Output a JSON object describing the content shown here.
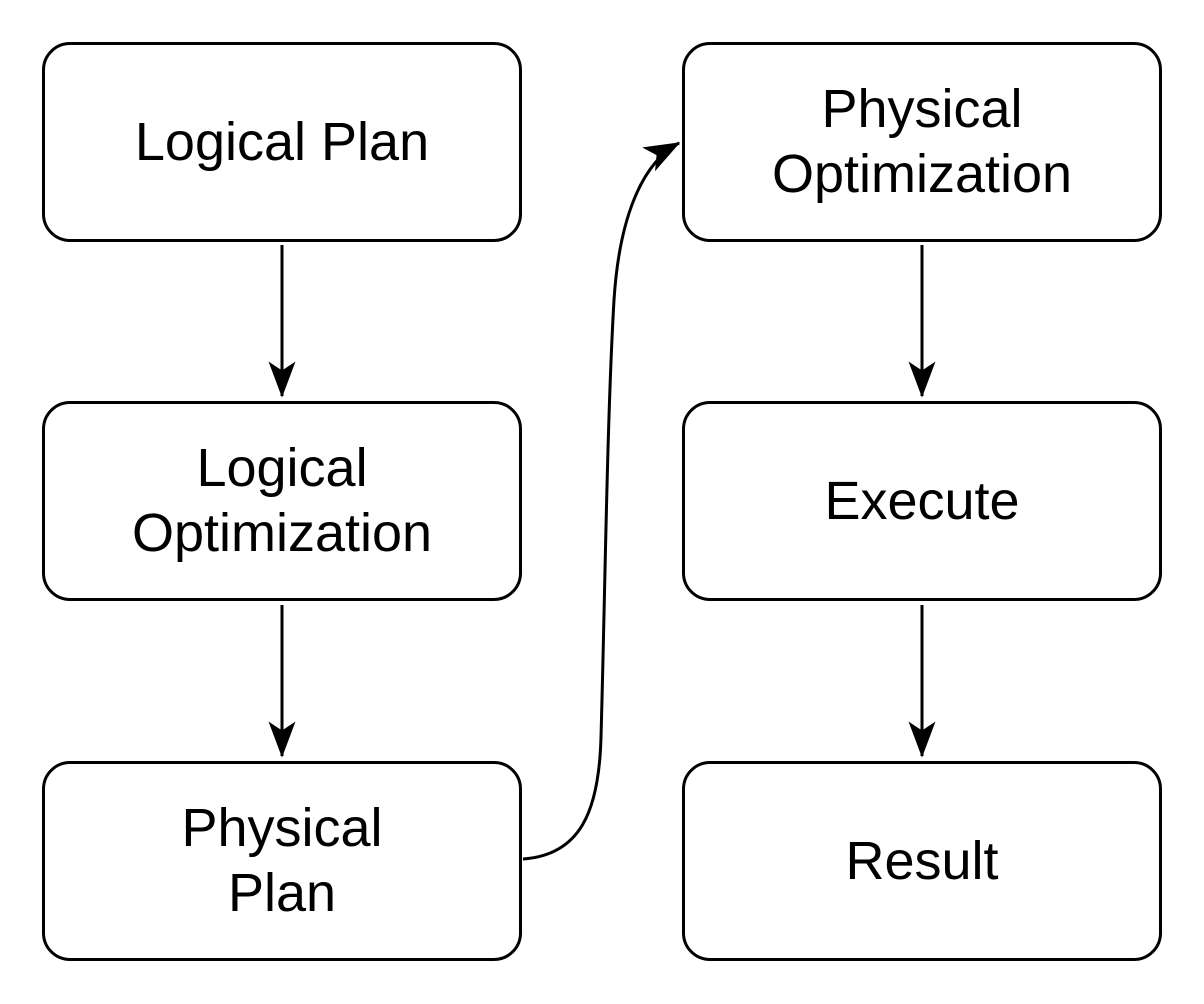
{
  "diagram": {
    "background_color": "#ffffff",
    "stroke_color": "#000000",
    "text_color": "#000000",
    "nodes": [
      {
        "id": "logical-plan",
        "label": "Logical Plan"
      },
      {
        "id": "logical-optimization",
        "label": "Logical\nOptimization"
      },
      {
        "id": "physical-plan",
        "label": "Physical\nPlan"
      },
      {
        "id": "physical-optimization",
        "label": "Physical\nOptimization"
      },
      {
        "id": "execute",
        "label": "Execute"
      },
      {
        "id": "result",
        "label": "Result"
      }
    ],
    "edges": [
      {
        "from": "logical-plan",
        "to": "logical-optimization",
        "style": "straight-down"
      },
      {
        "from": "logical-optimization",
        "to": "physical-plan",
        "style": "straight-down"
      },
      {
        "from": "physical-plan",
        "to": "physical-optimization",
        "style": "curved-right-up"
      },
      {
        "from": "physical-optimization",
        "to": "execute",
        "style": "straight-down"
      },
      {
        "from": "execute",
        "to": "result",
        "style": "straight-down"
      }
    ]
  }
}
